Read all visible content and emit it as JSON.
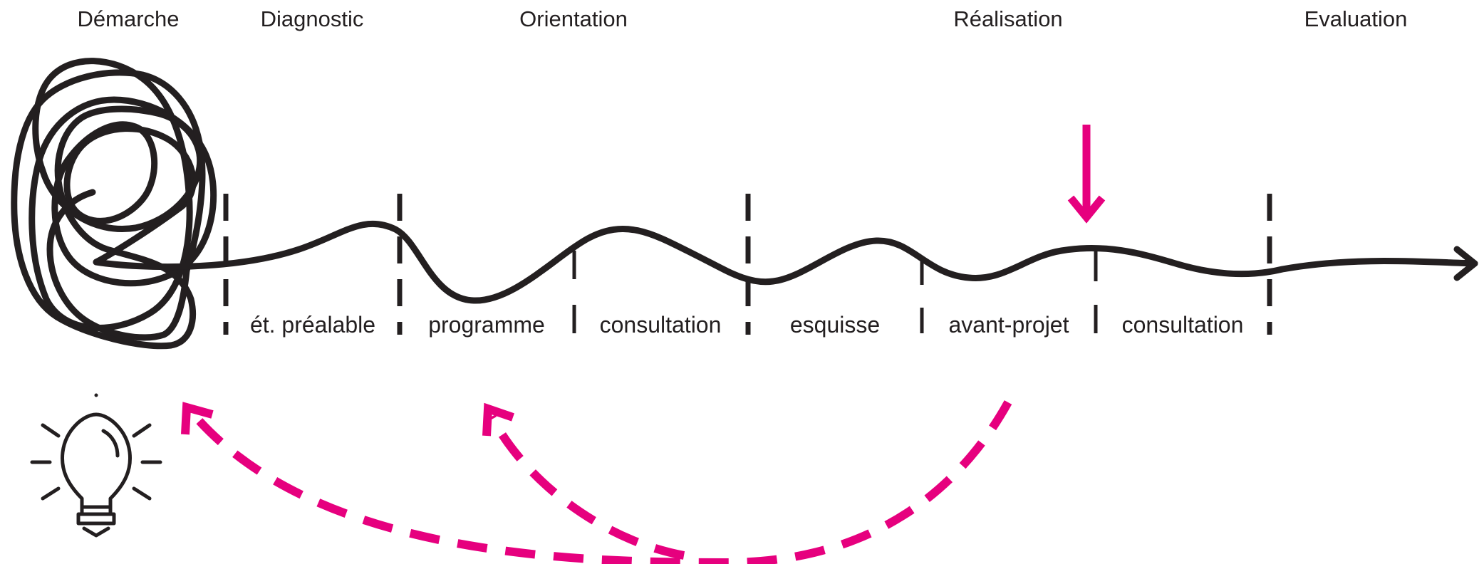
{
  "phases": [
    {
      "label": "Démarche"
    },
    {
      "label": "Diagnostic"
    },
    {
      "label": "Orientation"
    },
    {
      "label": "Réalisation"
    },
    {
      "label": "Evaluation"
    }
  ],
  "steps": [
    {
      "label": "ét. préalable"
    },
    {
      "label": "programme"
    },
    {
      "label": "consultation"
    },
    {
      "label": "esquisse"
    },
    {
      "label": "avant-projet"
    },
    {
      "label": "consultation"
    }
  ],
  "icons": [
    "scribble-icon",
    "arrow-right-icon",
    "arrow-down-icon",
    "lightbulb-icon",
    "dashed-arrow-icon"
  ],
  "colors": {
    "ink": "#231f20",
    "accent": "#e6007e"
  }
}
